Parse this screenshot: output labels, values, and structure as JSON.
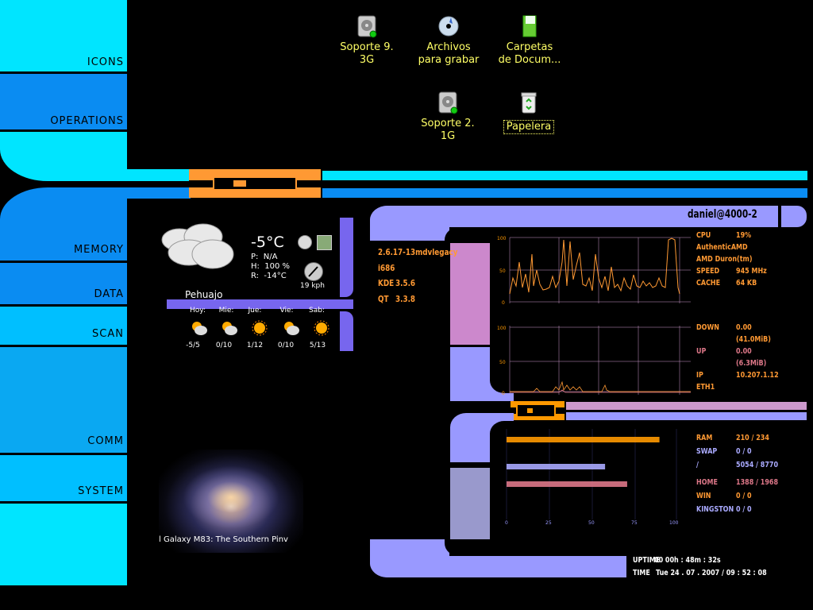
{
  "sidebar": {
    "items": [
      {
        "label": "ICONS"
      },
      {
        "label": "OPERATIONS"
      },
      {
        "label": "MEMORY"
      },
      {
        "label": "DATA"
      },
      {
        "label": "SCAN"
      },
      {
        "label": "COMM"
      },
      {
        "label": "SYSTEM"
      }
    ]
  },
  "desktop": {
    "icons": [
      {
        "label": "Soporte 9.\n3G",
        "icon": "hard-drive-icon"
      },
      {
        "label": "Archivos\npara grabar",
        "icon": "cd-burn-icon"
      },
      {
        "label": "Carpetas\nde Docum...",
        "icon": "document-folder-icon"
      },
      {
        "label": "Soporte 2.\n1G",
        "icon": "hard-drive-icon"
      },
      {
        "label": "Papelera",
        "icon": "trash-icon"
      }
    ]
  },
  "weather": {
    "temp": "-5°C",
    "p": "P:  N/A",
    "h": "H:  100 %",
    "r": "R:  -14°C",
    "wind": "19 kph",
    "city": "Pehuajo",
    "forecast": [
      {
        "day": "Hoy:",
        "range": "-5/5",
        "icon": "partly-cloudy-icon"
      },
      {
        "day": "Mie:",
        "range": "0/10",
        "icon": "partly-cloudy-icon"
      },
      {
        "day": "Jue:",
        "range": "1/12",
        "icon": "sun-icon"
      },
      {
        "day": "Vie:",
        "range": "0/10",
        "icon": "partly-cloudy-icon"
      },
      {
        "day": "Sab:",
        "range": "5/13",
        "icon": "sun-icon"
      }
    ]
  },
  "slideshow": {
    "caption": "l Galaxy M83: The Southern Pinv"
  },
  "system": {
    "user": "daniel@4000-2",
    "kernel": "2.6.17-13mdvlegacy",
    "arch": "i686",
    "kde_label": "KDE",
    "kde_value": "3.5.6",
    "qt_label": "QT",
    "qt_value": "3.3.8",
    "cpu_label": "CPU",
    "cpu_value": "19%",
    "cpu_vendor": "AuthenticAMD",
    "cpu_model": "AMD Duron(tm)",
    "speed_label": "SPEED",
    "speed_value": "945 MHz",
    "cache_label": "CACHE",
    "cache_value": "64 KB",
    "down_label": "DOWN",
    "down_value": "0.00",
    "down_total": "(41.0MiB)",
    "up_label": "UP",
    "up_value": "0.00",
    "up_total": "(6.3MiB)",
    "ip_label": "IP",
    "ip_value": "10.207.1.12",
    "iface": "ETH1",
    "ram_label": "RAM",
    "ram_value": "210 / 234",
    "swap_label": "SWAP",
    "swap_value": "0 / 0",
    "root_label": "/",
    "root_value": "5054 / 8770",
    "home_label": "HOME",
    "home_value": "1388 / 1968",
    "win_label": "WIN",
    "win_value": "0 / 0",
    "kingston_label": "KINGSTON",
    "kingston_value": "0 / 0",
    "uptime_label": "UPTIME",
    "uptime_value": "00   00h : 48m : 32s",
    "time_label": "TIME",
    "time_value": "Tue  24 . 07 . 2007 / 09 : 52 : 08",
    "cpu_axis": [
      "100",
      "50",
      "0"
    ],
    "net_axis": [
      "100",
      "50",
      "0"
    ],
    "bar_axis": [
      "0",
      "25",
      "50",
      "75",
      "100"
    ],
    "bars": [
      {
        "name": "RAM",
        "percent": 90,
        "color": "#ff9900"
      },
      {
        "name": "SWAP",
        "percent": 0,
        "color": "#aaaaff"
      },
      {
        "name": "/",
        "percent": 58,
        "color": "#aaaaff"
      },
      {
        "name": "HOME",
        "percent": 71,
        "color": "#dd7788"
      }
    ]
  },
  "colors": {
    "cyan": "#00e5ff",
    "blue": "#0a8cf2",
    "orange": "#ff9933",
    "lavender": "#9999ff",
    "pink": "#cc99cc"
  }
}
